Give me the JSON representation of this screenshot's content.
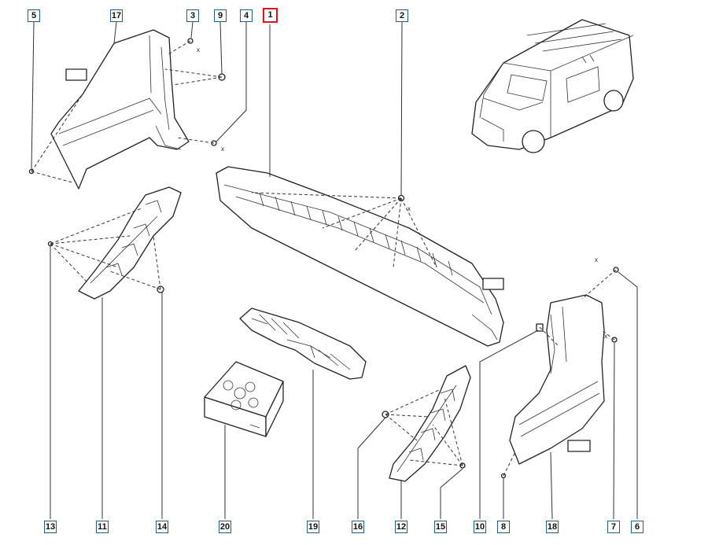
{
  "callouts": {
    "c1": "1",
    "c2": "2",
    "c3": "3",
    "c4": "4",
    "c5": "5",
    "c6": "6",
    "c7": "7",
    "c8": "8",
    "c9": "9",
    "c10": "10",
    "c11": "11",
    "c12": "12",
    "c13": "13",
    "c14": "14",
    "c15": "15",
    "c16": "16",
    "c17": "17",
    "c18": "18",
    "c19": "19",
    "c20": "20"
  },
  "selected_callout": "1",
  "colors": {
    "callout_border": "#1f5f8b",
    "selected_border": "#e0101a",
    "line": "#333333"
  },
  "xmarks": {
    "x": "x"
  }
}
